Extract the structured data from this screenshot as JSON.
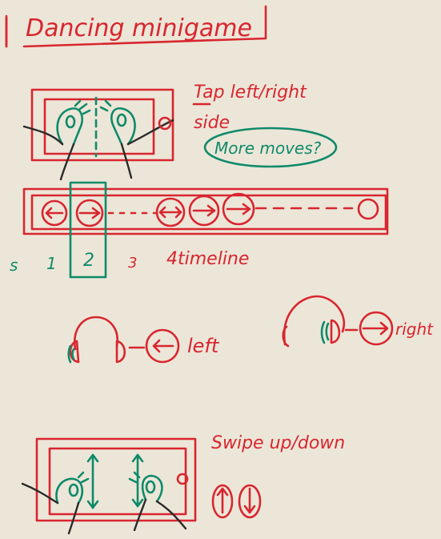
{
  "title": "Dancing minigame",
  "tap_section": {
    "label_line1": "Tap left/right",
    "label_line2": "side",
    "more_moves": "More moves?"
  },
  "timeline": {
    "numbers": [
      "s",
      "1",
      "2",
      "3"
    ],
    "label": "4timeline"
  },
  "headphones": {
    "left_label": "left",
    "right_label": "right"
  },
  "swipe_section": {
    "label": "Swipe up/down"
  },
  "colors": {
    "red": "#d8262f",
    "green": "#0f8a6a",
    "paper": "#ece6d8"
  }
}
